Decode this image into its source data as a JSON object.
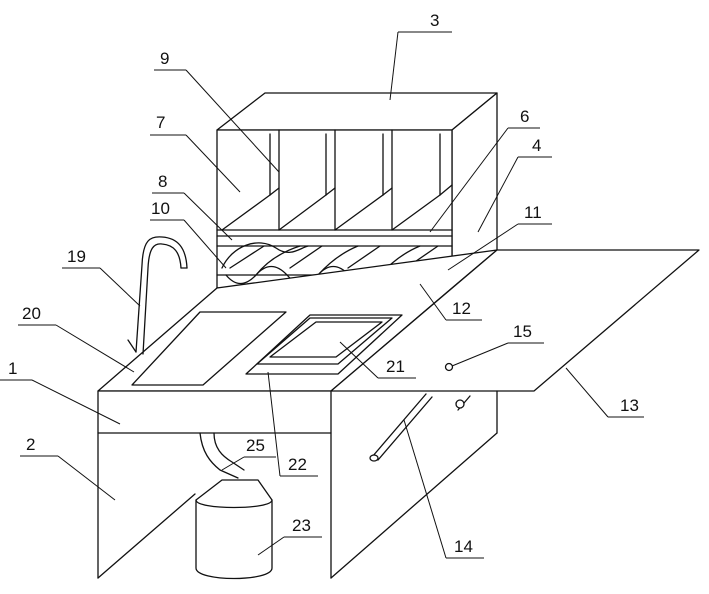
{
  "labels": {
    "l1": "1",
    "l2": "2",
    "l3": "3",
    "l4": "4",
    "l6": "6",
    "l7": "7",
    "l8": "8",
    "l9": "9",
    "l10": "10",
    "l11": "11",
    "l12": "12",
    "l13": "13",
    "l14": "14",
    "l15": "15",
    "l19": "19",
    "l20": "20",
    "l21": "21",
    "l22": "22",
    "l23": "23",
    "l25": "25"
  }
}
